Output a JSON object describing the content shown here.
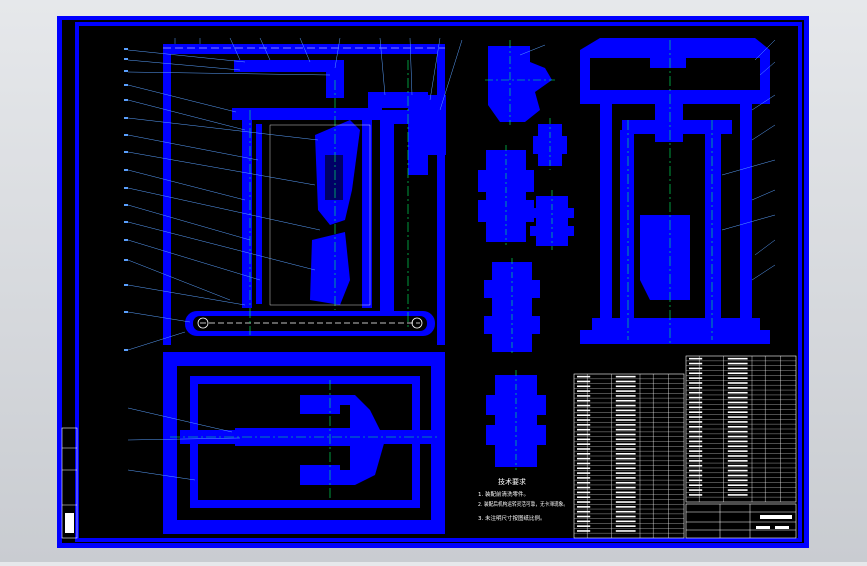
{
  "drawing": {
    "tech_notes": {
      "title": "技术要求",
      "items": [
        "1. 装配前清洗零件。",
        "2. 装配后机构运转灵活可靠，无卡滞现象。",
        "3. 未注明尺寸按图纸比例。"
      ]
    },
    "colors": {
      "background": "#000000",
      "border": "#0000ff",
      "line": "#ffffff",
      "centerline": "#00ff66",
      "leader": "#5aa0ff"
    }
  }
}
